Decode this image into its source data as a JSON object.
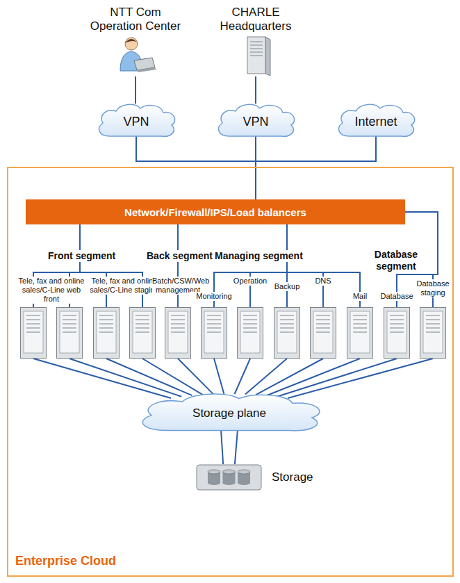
{
  "diagram": {
    "nodes": [
      {
        "text": [
          "NTT Com Operation Center"
        ]
      },
      {
        "text": [
          "CHARLE Headquarters"
        ]
      },
      {
        "text": [
          "VPN"
        ]
      },
      {
        "text": [
          "VPN"
        ]
      },
      {
        "text": [
          "Internet"
        ]
      },
      {
        "text": [
          "Enterprise Cloud"
        ]
      },
      {
        "text": [
          "Network/Firewall/IPS/Load balancers"
        ],
        "in": 5
      },
      {
        "text": [
          "Tele, fax and online sales/C-Line web front"
        ],
        "in": 5
      },
      {
        "text": [],
        "in": 5
      },
      {
        "text": [
          "Tele, fax and online sales/C-Line staging"
        ],
        "in": 5
      },
      {
        "text": [],
        "in": 5
      },
      {
        "text": [
          "Batch/CSW/Web management"
        ],
        "in": 5
      },
      {
        "text": [
          "Monitoring"
        ],
        "in": 5
      },
      {
        "text": [
          "Operation"
        ],
        "in": 5
      },
      {
        "text": [
          "Backup"
        ],
        "in": 5
      },
      {
        "text": [
          "DNS"
        ],
        "in": 5
      },
      {
        "text": [
          "Mail"
        ],
        "in": 5
      },
      {
        "text": [
          "Database"
        ],
        "in": 5
      },
      {
        "text": [
          "Database staging"
        ],
        "in": 5
      },
      {
        "text": [
          "Storage plane"
        ],
        "in": 5
      },
      {
        "text": [
          "Storage"
        ],
        "in": 5
      }
    ],
    "edges": [
      {
        "from": 0,
        "to": 2,
        "arrow": "none"
      },
      {
        "from": 1,
        "to": 3,
        "arrow": "none"
      },
      {
        "from": 2,
        "to": 6,
        "arrow": "none"
      },
      {
        "from": 3,
        "to": 6,
        "arrow": "none"
      },
      {
        "from": 4,
        "to": 6,
        "arrow": "none"
      },
      {
        "from": 6,
        "to": 7,
        "arrow": "none"
      },
      {
        "from": 6,
        "to": 8,
        "arrow": "none"
      },
      {
        "from": 6,
        "to": 9,
        "arrow": "none"
      },
      {
        "from": 6,
        "to": 10,
        "arrow": "none"
      },
      {
        "from": 6,
        "to": 11,
        "arrow": "none"
      },
      {
        "from": 6,
        "to": 12,
        "arrow": "none"
      },
      {
        "from": 6,
        "to": 13,
        "arrow": "none"
      },
      {
        "from": 6,
        "to": 14,
        "arrow": "none"
      },
      {
        "from": 6,
        "to": 15,
        "arrow": "none"
      },
      {
        "from": 6,
        "to": 16,
        "arrow": "none"
      },
      {
        "from": 6,
        "to": 17,
        "arrow": "none"
      },
      {
        "from": 6,
        "to": 18,
        "arrow": "none"
      },
      {
        "from": 7,
        "to": 19,
        "arrow": "none"
      },
      {
        "from": 8,
        "to": 19,
        "arrow": "none"
      },
      {
        "from": 9,
        "to": 19,
        "arrow": "none"
      },
      {
        "from": 10,
        "to": 19,
        "arrow": "none"
      },
      {
        "from": 11,
        "to": 19,
        "arrow": "none"
      },
      {
        "from": 12,
        "to": 19,
        "arrow": "none"
      },
      {
        "from": 13,
        "to": 19,
        "arrow": "none"
      },
      {
        "from": 14,
        "to": 19,
        "arrow": "none"
      },
      {
        "from": 15,
        "to": 19,
        "arrow": "none"
      },
      {
        "from": 16,
        "to": 19,
        "arrow": "none"
      },
      {
        "from": 17,
        "to": 19,
        "arrow": "none"
      },
      {
        "from": 18,
        "to": 19,
        "arrow": "none"
      },
      {
        "from": 19,
        "to": 20,
        "arrow": "none"
      },
      {
        "from": 19,
        "to": 20,
        "arrow": "none"
      }
    ],
    "labels": [
      "Front segment",
      "Back segment",
      "Managing segment",
      "Database segment"
    ]
  }
}
